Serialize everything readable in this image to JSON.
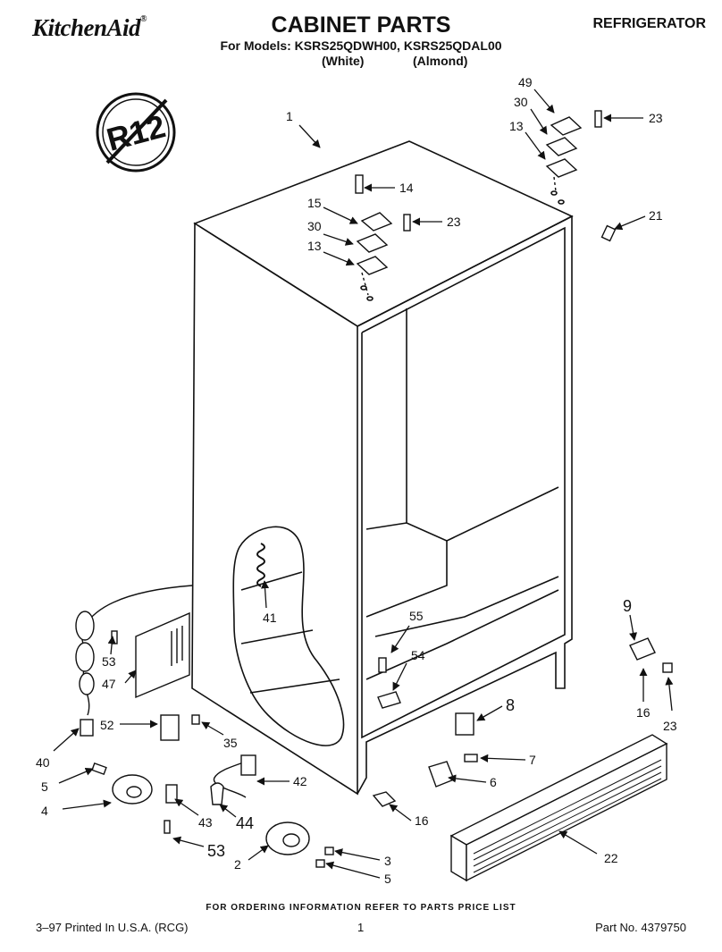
{
  "header": {
    "brand": "KitchenAid",
    "title": "CABINET PARTS",
    "models_line": "For Models: KSRS25QDWH00, KSRS25QDAL00",
    "variant_white": "(White)",
    "variant_almond": "(Almond)",
    "category": "REFRIGERATOR"
  },
  "badge": {
    "text": "R12"
  },
  "callouts": {
    "c1": "1",
    "c49": "49",
    "c30a": "30",
    "c13a": "13",
    "c23a": "23",
    "c14": "14",
    "c15": "15",
    "c30b": "30",
    "c23b": "23",
    "c13b": "13",
    "c21": "21",
    "c41": "41",
    "c55": "55",
    "c54": "54",
    "c9": "9",
    "c53a": "53",
    "c47": "47",
    "c52": "52",
    "c35": "35",
    "c40": "40",
    "c8": "8",
    "c16a": "16",
    "c23c": "23",
    "c7": "7",
    "c42": "42",
    "c6": "6",
    "c5a": "5",
    "c4": "4",
    "c43": "43",
    "c44": "44",
    "c16b": "16",
    "c22": "22",
    "c53b": "53",
    "c3": "3",
    "c2": "2",
    "c5b": "5"
  },
  "footer": {
    "order_note": "FOR ORDERING INFORMATION REFER TO PARTS PRICE LIST",
    "printed": "3–97 Printed In U.S.A. (RCG)",
    "page": "1",
    "part_no": "Part No. 4379750"
  }
}
